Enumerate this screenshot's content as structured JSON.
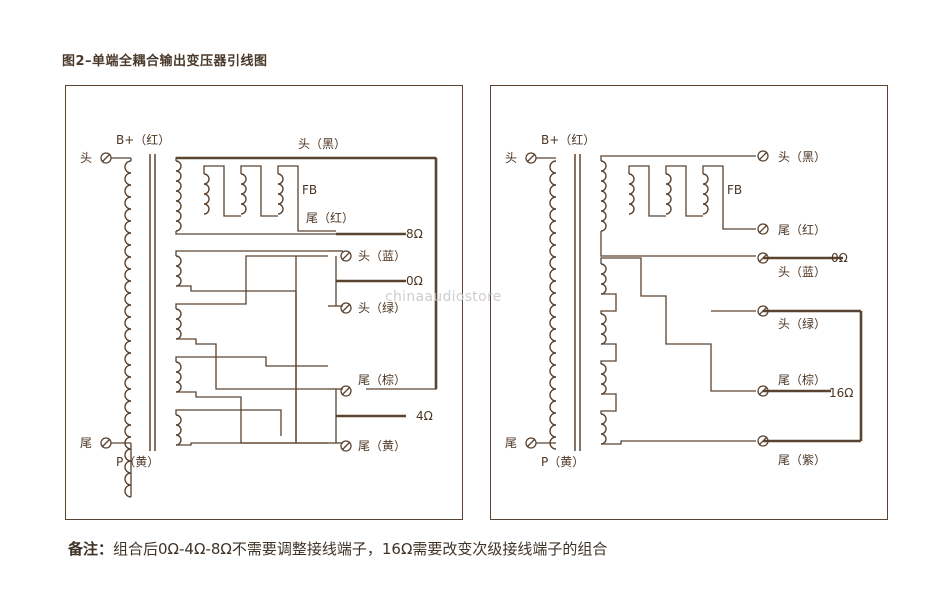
{
  "title": "图2–单端全耦合输出变压器引线图",
  "left_diagram": {
    "head": "头",
    "tail": "尾",
    "b_plus": "B+（红）",
    "p_yellow": "P（黄）",
    "fb": "FB",
    "top_head_black": "头（黑）",
    "top_tail_red": "尾（红）",
    "ohm_8": "8Ω",
    "head_blue": "头（蓝）",
    "ohm_0": "0Ω",
    "head_green": "头（绿）",
    "tail_brown": "尾（棕）",
    "ohm_4": "4Ω",
    "tail_yellow": "尾（黄）"
  },
  "right_diagram": {
    "head": "头",
    "tail": "尾",
    "b_plus": "B+（红）",
    "p_yellow": "P（黄）",
    "fb": "FB",
    "top_head_black": "头（黑）",
    "top_tail_red": "尾（红）",
    "ohm_0": "0Ω",
    "head_blue": "头（蓝）",
    "head_green": "头（绿）",
    "tail_brown": "尾（棕）",
    "ohm_16": "16Ω",
    "tail_purple": "尾（紫）"
  },
  "note": {
    "label": "备注：",
    "text": "组合后0Ω-4Ω-8Ω不需要调整接线端子，16Ω需要改变次级接线端子的组合"
  },
  "watermark": "chinaaudiostore"
}
